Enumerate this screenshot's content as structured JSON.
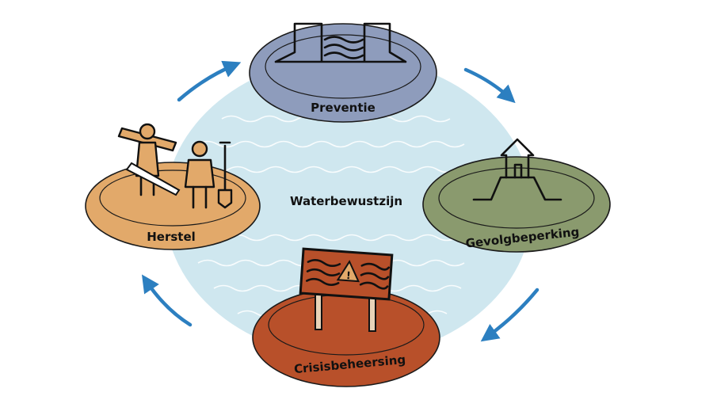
{
  "diagram": {
    "center_label": "Waterbewustzijn",
    "stages": [
      {
        "id": "preventie",
        "label": "Preventie",
        "color": "#8e9cbc",
        "icon": "dam-icon"
      },
      {
        "id": "gevolgbeperking",
        "label": "Gevolgbeperking",
        "color": "#8a9a6e",
        "icon": "house-on-mound-icon"
      },
      {
        "id": "crisisbeheersing",
        "label": "Crisisbeheersing",
        "color": "#b8502a",
        "icon": "flood-warning-sign-icon"
      },
      {
        "id": "herstel",
        "label": "Herstel",
        "color": "#e2a96a",
        "icon": "workers-icon"
      }
    ],
    "water_color": "#cfe7ef",
    "arrow_color": "#2c7fc0"
  }
}
